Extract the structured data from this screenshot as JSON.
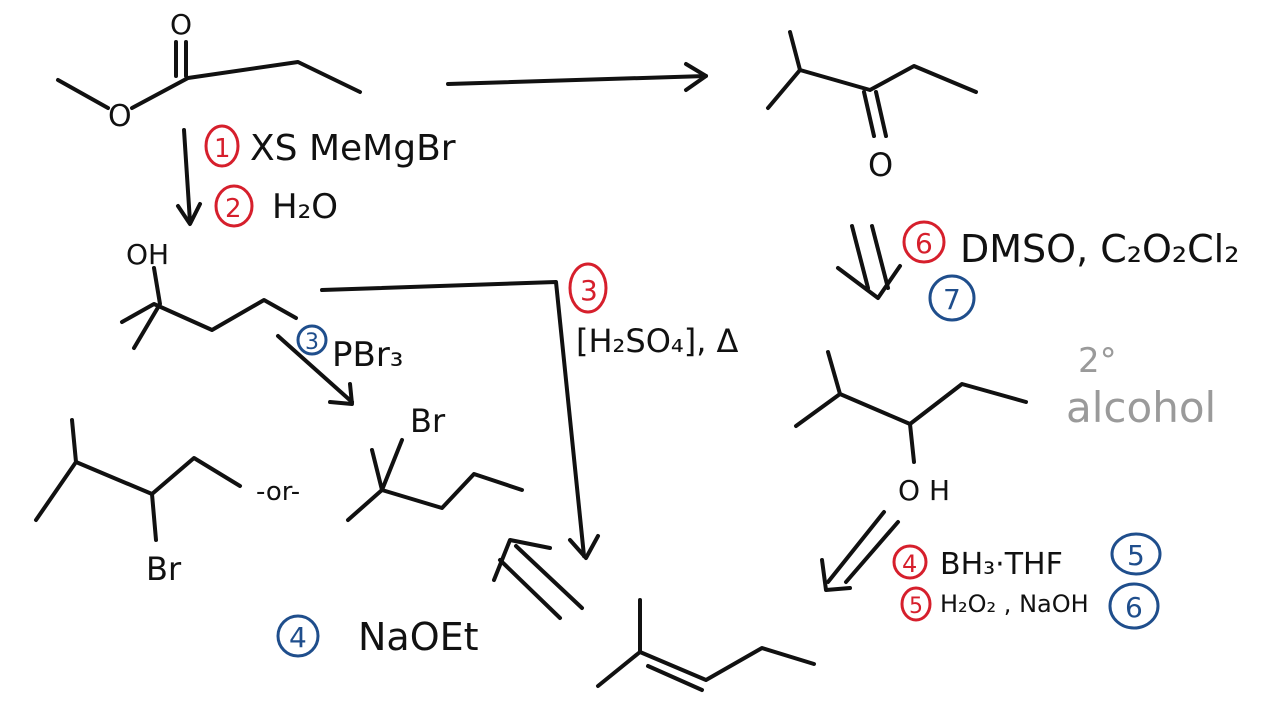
{
  "colors": {
    "ink": "#111111",
    "red_circle": "#d61f2c",
    "blue_circle": "#1f4e8c",
    "note_gray": "#9a9a9a"
  },
  "labels": {
    "ester_O": "O",
    "ketone_O": "O",
    "alcohol1_OH": "OH",
    "alcohol2_OH": "O H",
    "bromide_left_Br": "Br",
    "bromide_right_Br": "Br",
    "or_text": "-or-"
  },
  "reagents": {
    "step1_num": "1",
    "step1_text": "XS MeMgBr",
    "step2_num": "2",
    "step2_text": "H₂O",
    "step3_num": "3",
    "step3_text": "PBr₃",
    "step3b_num": "3",
    "step3b_text": "[H₂SO₄], Δ",
    "step4_num": "4",
    "step4_text": "NaOEt",
    "step6_num": "6",
    "step6_text": "DMSO, C₂O₂Cl₂",
    "step7_num": "7",
    "hydrob1_num": "4",
    "hydrob1_text": "BH₃·THF",
    "hydrob1_side": "5",
    "hydrob2_num": "5",
    "hydrob2_text": "H₂O₂ , NaOH",
    "hydrob2_side": "6"
  },
  "notes": {
    "degree": "2°",
    "alcohol": "alcohol"
  }
}
